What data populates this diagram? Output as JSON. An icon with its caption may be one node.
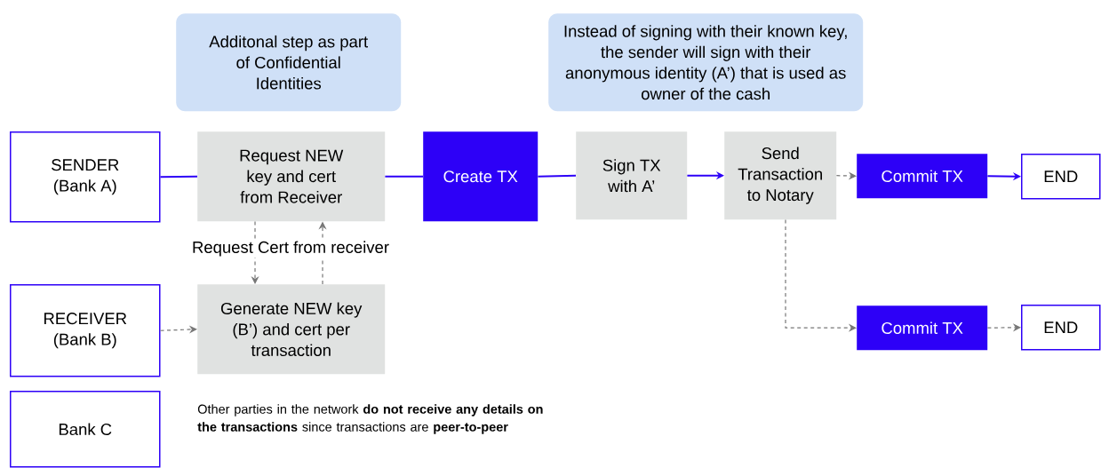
{
  "diagram": {
    "nodes": [
      {
        "text": [
          "Additonal step as part of Confidential Identities"
        ]
      },
      {
        "text": [
          "Instead of signing with their known key, the sender will sign with their anonymous identity (A’) that is used as owner of the cash"
        ]
      },
      {
        "text": [
          "SENDER (Bank A)"
        ]
      },
      {
        "text": [
          "Request NEW key and cert from Receiver"
        ]
      },
      {
        "text": [
          "Create TX"
        ]
      },
      {
        "text": [
          "Sign TX with A’"
        ]
      },
      {
        "text": [
          "Send Transaction to Notary"
        ]
      },
      {
        "text": [
          "Commit TX"
        ]
      },
      {
        "text": [
          "END"
        ]
      },
      {
        "text": [
          "RECEIVER (Bank B)"
        ]
      },
      {
        "text": [
          "Generate NEW key (B’) and cert per transaction"
        ]
      },
      {
        "text": [
          "Commit TX"
        ]
      },
      {
        "text": [
          "END"
        ]
      },
      {
        "text": [
          "Bank C"
        ]
      }
    ],
    "edges": [
      {
        "from": 2,
        "to": 3,
        "arrow": "none",
        "color": "#2d00f7"
      },
      {
        "from": 3,
        "to": 4,
        "arrow": "none",
        "color": "#2d00f7"
      },
      {
        "from": 4,
        "to": 5,
        "arrow": "none",
        "color": "#2d00f7"
      },
      {
        "from": 5,
        "to": 6,
        "arrow": "to",
        "color": "#2d00f7"
      },
      {
        "from": 6,
        "to": 7,
        "arrow": "to",
        "style": "dashed"
      },
      {
        "from": 7,
        "to": 8,
        "arrow": "to",
        "color": "#2d00f7"
      },
      {
        "from": 3,
        "to": 10,
        "arrow": "to",
        "style": "dashed",
        "label": "Request Cert from receiver"
      },
      {
        "from": 10,
        "to": 3,
        "arrow": "to",
        "style": "dashed"
      },
      {
        "from": 9,
        "to": 10,
        "arrow": "to",
        "style": "dashed"
      },
      {
        "from": 6,
        "to": 11,
        "arrow": "to",
        "style": "dashed"
      },
      {
        "from": 11,
        "to": 12,
        "arrow": "to",
        "style": "dashed"
      }
    ],
    "labels": [
      "Other parties in the network **do not receive any details on the transactions** since transactions are **peer-to-peer**"
    ]
  }
}
